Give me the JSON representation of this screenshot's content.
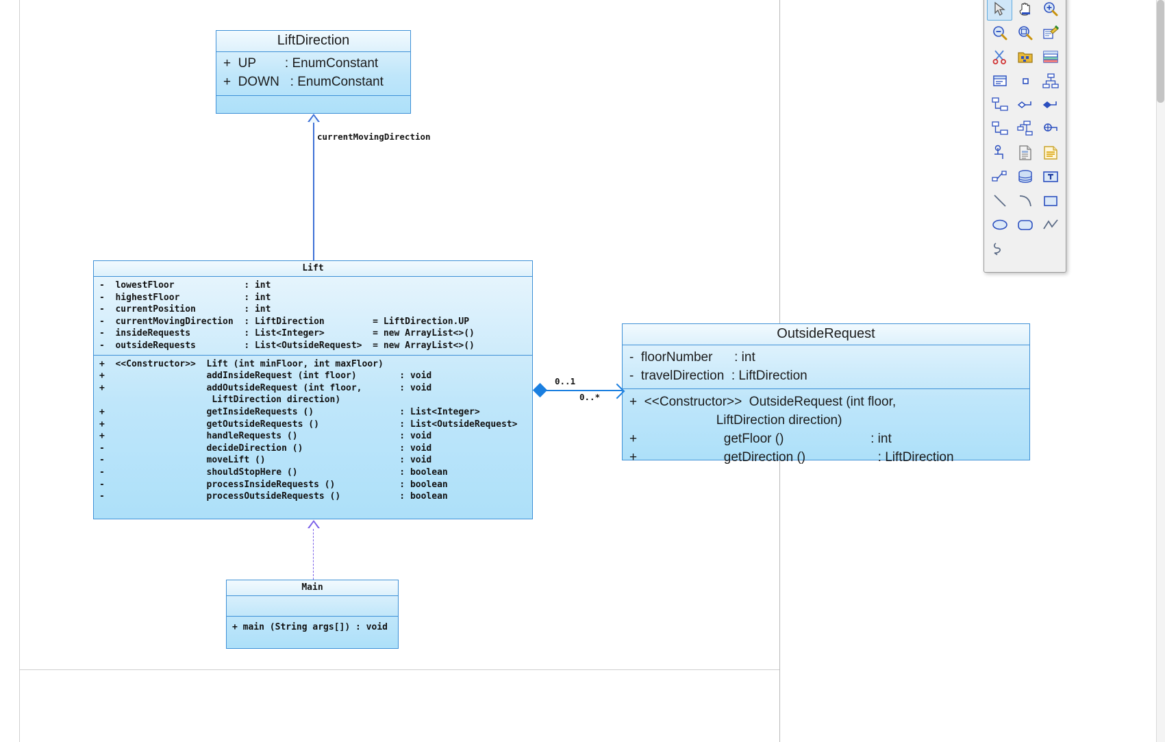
{
  "diagram": {
    "kind": "uml-class-diagram",
    "classes": [
      {
        "id": "LiftDirection",
        "name": "LiftDirection",
        "font": "sans",
        "attributes": [
          "+  UP        : EnumConstant",
          "+  DOWN   : EnumConstant"
        ],
        "operations": []
      },
      {
        "id": "Lift",
        "name": "Lift",
        "font": "mono",
        "attributes": [
          "-  lowestFloor             : int",
          "-  highestFloor            : int",
          "-  currentPosition         : int",
          "-  currentMovingDirection  : LiftDirection         = LiftDirection.UP",
          "-  insideRequests          : List<Integer>         = new ArrayList<>()",
          "-  outsideRequests         : List<OutsideRequest>  = new ArrayList<>()"
        ],
        "operations": [
          "+  <<Constructor>>  Lift (int minFloor, int maxFloor)",
          "+                   addInsideRequest (int floor)        : void",
          "+                   addOutsideRequest (int floor,       : void",
          "                     LiftDirection direction)",
          "+                   getInsideRequests ()                : List<Integer>",
          "+                   getOutsideRequests ()               : List<OutsideRequest>",
          "+                   handleRequests ()                   : void",
          "-                   decideDirection ()                  : void",
          "-                   moveLift ()                         : void",
          "-                   shouldStopHere ()                   : boolean",
          "-                   processInsideRequests ()            : boolean",
          "-                   processOutsideRequests ()           : boolean"
        ]
      },
      {
        "id": "OutsideRequest",
        "name": "OutsideRequest",
        "font": "sans",
        "attributes": [
          "-  floorNumber      : int",
          "-  travelDirection  : LiftDirection"
        ],
        "operations": [
          "+  <<Constructor>>  OutsideRequest (int floor,",
          "                        LiftDirection direction)",
          "+                        getFloor ()                        : int",
          "+                        getDirection ()                    : LiftDirection"
        ]
      },
      {
        "id": "Main",
        "name": "Main",
        "font": "mono",
        "attributes": [],
        "operations": [
          "+ main (String args[]) : void"
        ]
      }
    ],
    "connectors": [
      {
        "id": "lift-to-liftdirection",
        "from": "Lift",
        "to": "LiftDirection",
        "type": "association",
        "label": "currentMovingDirection"
      },
      {
        "id": "lift-to-outsiderequest",
        "from": "Lift",
        "to": "OutsideRequest",
        "type": "aggregation",
        "source_multiplicity": "0..1",
        "target_multiplicity": "0..*"
      },
      {
        "id": "main-to-lift",
        "from": "Main",
        "to": "Lift",
        "type": "dependency",
        "label": ""
      }
    ]
  },
  "toolbar": {
    "title": "drawing-tools-palette",
    "tools": [
      {
        "name": "pointer-select-icon",
        "label": "Select",
        "selected": true
      },
      {
        "name": "pan-hand-icon",
        "label": "Pan",
        "selected": false
      },
      {
        "name": "zoom-in-icon",
        "label": "Zoom In",
        "selected": false
      },
      {
        "name": "zoom-out-icon",
        "label": "Zoom Out",
        "selected": false
      },
      {
        "name": "zoom-fit-icon",
        "label": "Zoom to Fit",
        "selected": false
      },
      {
        "name": "edit-properties-icon",
        "label": "Edit Properties",
        "selected": false
      },
      {
        "name": "scissors-cut-icon",
        "label": "Cut",
        "selected": false
      },
      {
        "name": "package-folder-icon",
        "label": "Package",
        "selected": false
      },
      {
        "name": "table-grid-icon",
        "label": "Table",
        "selected": false
      },
      {
        "name": "class-box-icon",
        "label": "Class",
        "selected": false
      },
      {
        "name": "small-square-icon",
        "label": "Node",
        "selected": false
      },
      {
        "name": "hierarchy-tree-icon",
        "label": "Hierarchy",
        "selected": false
      },
      {
        "name": "subclass-link-icon",
        "label": "Generalization",
        "selected": false
      },
      {
        "name": "association-link-icon",
        "label": "Association",
        "selected": false
      },
      {
        "name": "directed-link-icon",
        "label": "Directed Association",
        "selected": false
      },
      {
        "name": "composition-link-icon",
        "label": "Composition",
        "selected": false
      },
      {
        "name": "aggregation-link-icon",
        "label": "Aggregation",
        "selected": false
      },
      {
        "name": "dependency-link-icon",
        "label": "Dependency",
        "selected": false
      },
      {
        "name": "anchor-pin-icon",
        "label": "Anchor",
        "selected": false
      },
      {
        "name": "document-page-icon",
        "label": "Document",
        "selected": false
      },
      {
        "name": "note-lines-icon",
        "label": "Note",
        "selected": false
      },
      {
        "name": "connector-node-icon",
        "label": "Connector",
        "selected": false
      },
      {
        "name": "database-cylinder-icon",
        "label": "Database",
        "selected": false
      },
      {
        "name": "text-box-icon",
        "label": "Text",
        "selected": false
      },
      {
        "name": "line-tool-icon",
        "label": "Line",
        "selected": false
      },
      {
        "name": "arc-tool-icon",
        "label": "Arc",
        "selected": false
      },
      {
        "name": "rectangle-tool-icon",
        "label": "Rectangle",
        "selected": false
      },
      {
        "name": "ellipse-tool-icon",
        "label": "Ellipse",
        "selected": false
      },
      {
        "name": "rounded-rect-tool-icon",
        "label": "Rounded Rectangle",
        "selected": false
      },
      {
        "name": "polyline-tool-icon",
        "label": "Polyline",
        "selected": false
      },
      {
        "name": "freehand-tool-icon",
        "label": "Freehand",
        "selected": false
      }
    ]
  },
  "colors": {
    "class_border": "#3c8fd6",
    "class_fill_top": "#eaf6fd",
    "class_fill_bottom": "#ade0f9",
    "association_line": "#1a7fe0",
    "generalization_line": "#3c6fd6",
    "dependency_line": "#7a5fe8"
  }
}
